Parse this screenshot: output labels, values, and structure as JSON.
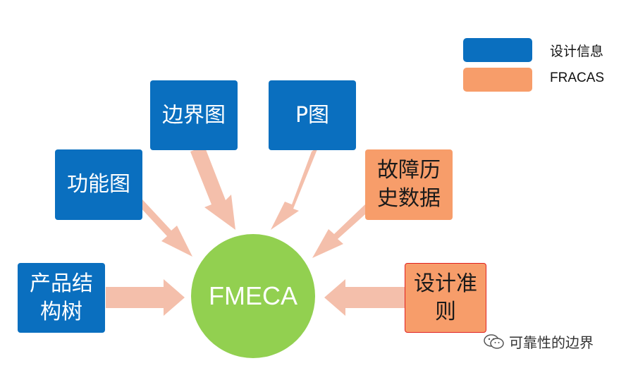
{
  "legend": [
    {
      "label": "设计信息",
      "color": "#0a6fbf"
    },
    {
      "label": "FRACAS",
      "color": "#f79d6a"
    }
  ],
  "nodes": {
    "boundary": "边界图",
    "p_diagram": "P图",
    "function": "功能图",
    "failure_history": [
      "故障历",
      "史数据"
    ],
    "product_structure": [
      "产品结",
      "构树"
    ],
    "design_rules": [
      "设计准",
      "则"
    ],
    "center": "FMECA"
  },
  "watermark": {
    "text": "可靠性的边界",
    "icon": "wechat-icon"
  },
  "colors": {
    "arrow": "#f4bfab",
    "center": "#92d050"
  }
}
